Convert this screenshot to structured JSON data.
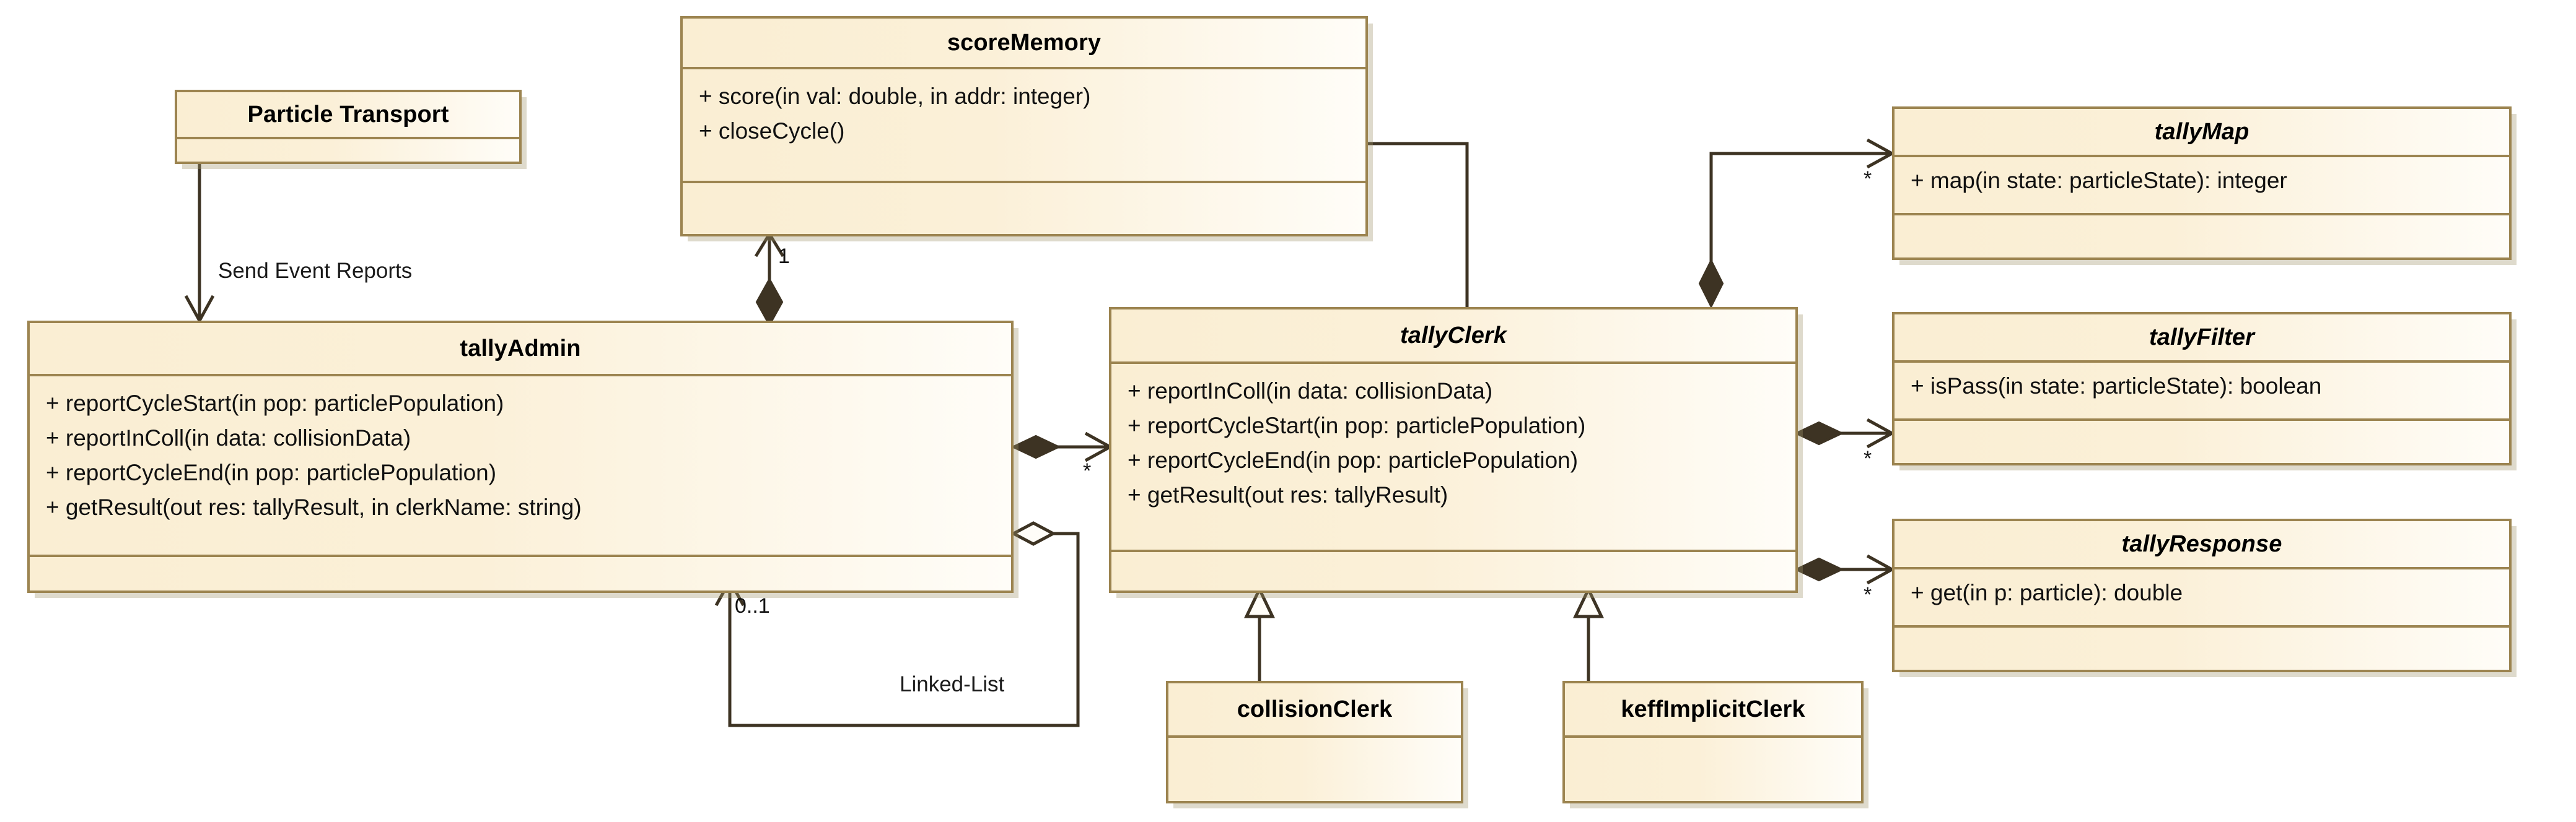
{
  "diagram": {
    "title": "tally system UML class diagram",
    "background": "#ffffff",
    "box_fill": "#faeed3",
    "box_border": "#9c8450",
    "line_color": "#3d3323"
  },
  "classes": {
    "particle_transport": {
      "name": "Particle Transport",
      "italic": false,
      "operations": []
    },
    "score_memory": {
      "name": "scoreMemory",
      "italic": false,
      "operations": [
        "+ score(in val: double, in addr: integer)",
        "+ closeCycle()"
      ]
    },
    "tally_admin": {
      "name": "tallyAdmin",
      "italic": false,
      "operations": [
        "+ reportCycleStart(in pop: particlePopulation)",
        "+ reportInColl(in data: collisionData)",
        "+ reportCycleEnd(in pop: particlePopulation)",
        "+ getResult(out res: tallyResult, in clerkName: string)"
      ]
    },
    "tally_clerk": {
      "name": "tallyClerk",
      "italic": true,
      "operations": [
        "+ reportInColl(in data: collisionData)",
        "+ reportCycleStart(in pop: particlePopulation)",
        "+ reportCycleEnd(in pop: particlePopulation)",
        "+ getResult(out res: tallyResult)"
      ]
    },
    "tally_map": {
      "name": "tallyMap",
      "italic": true,
      "operations": [
        "+ map(in state: particleState): integer"
      ]
    },
    "tally_filter": {
      "name": "tallyFilter",
      "italic": true,
      "operations": [
        "+ isPass(in state: particleState): boolean"
      ]
    },
    "tally_response": {
      "name": "tallyResponse",
      "italic": true,
      "operations": [
        "+ get(in p: particle): double"
      ]
    },
    "collision_clerk": {
      "name": "collisionClerk",
      "italic": false,
      "operations": []
    },
    "keff_implicit_clerk": {
      "name": "keffImplicitClerk",
      "italic": false,
      "operations": []
    }
  },
  "edge_labels": {
    "send_event_reports": "Send Event Reports",
    "linked_list": "Linked-List"
  },
  "multiplicities": {
    "score_memory_one": "1",
    "tally_clerk_many": "*",
    "tally_admin_zero_one": "0..1",
    "tally_map_many": "*",
    "tally_filter_many": "*",
    "tally_response_many": "*"
  }
}
